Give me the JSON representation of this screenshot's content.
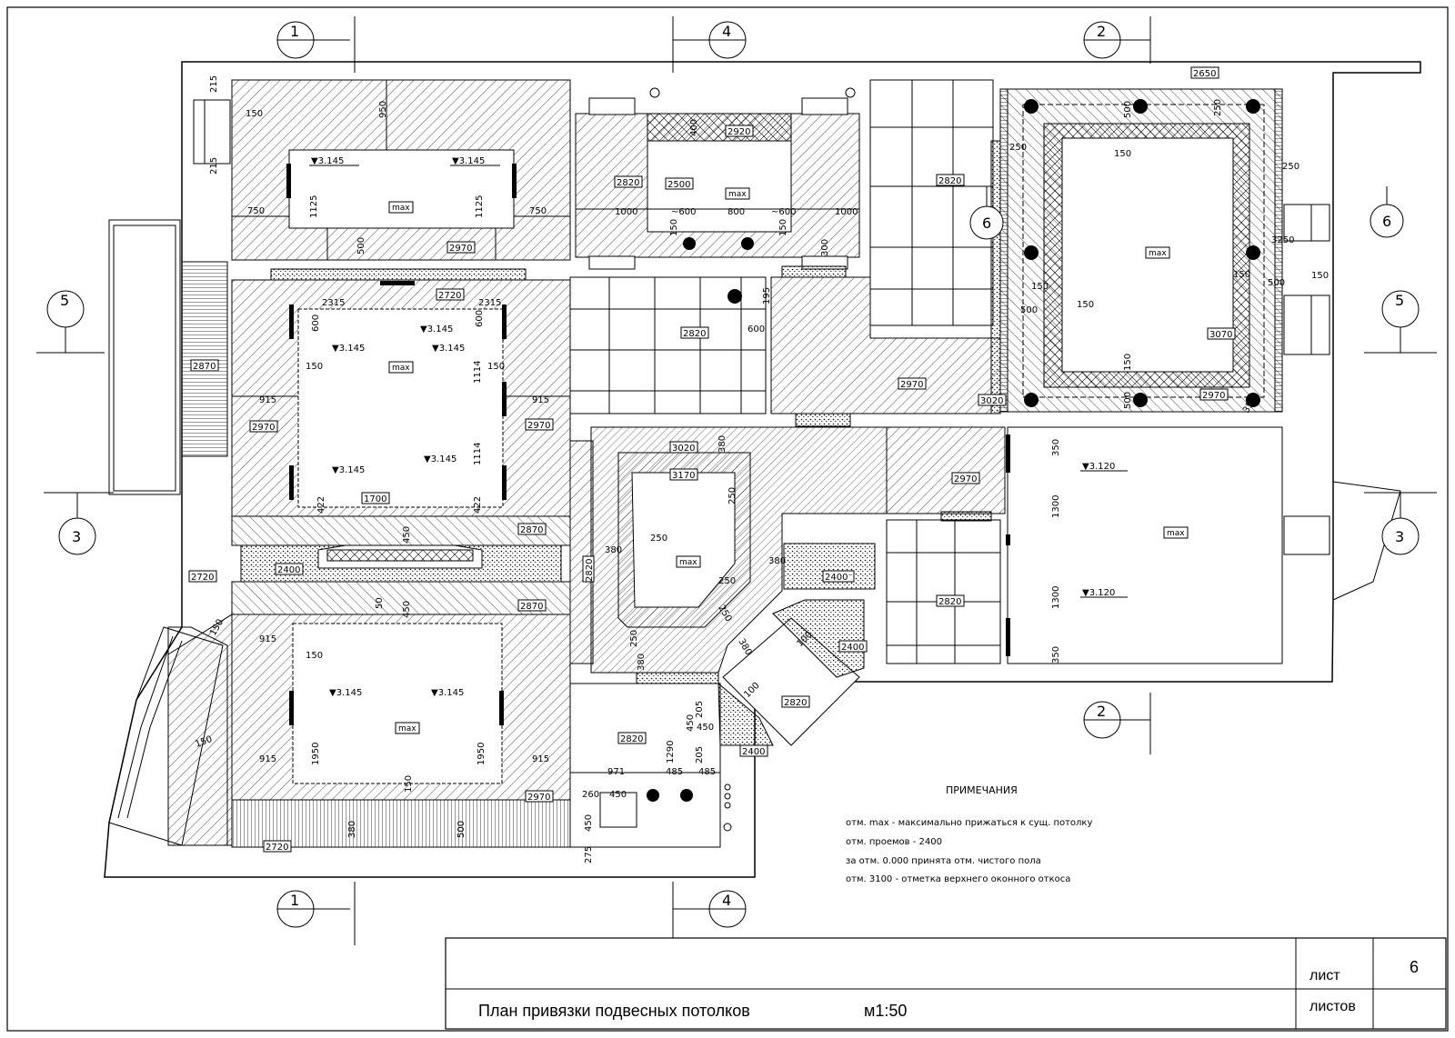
{
  "title_block": {
    "sheet_label": "лист",
    "sheets_label": "листов",
    "sheet_number": "6",
    "sheets_count": "",
    "drawing_title": "План привязки подвесных потолков",
    "scale": "м1:50"
  },
  "notes": {
    "heading": "ПРИМЕЧАНИЯ",
    "lines": [
      "отм. max -  максимально прижаться к сущ. потолку",
      "отм. проемов - 2400",
      "за отм. 0.000 принята отм. чистого пола",
      "отм. 3100 - отметка верхнего оконного откоса"
    ]
  },
  "section_markers": {
    "m1": "1",
    "m2": "2",
    "m3": "3",
    "m4": "4",
    "m5": "5",
    "m6": "6"
  },
  "labels": {
    "max": "max",
    "h2820": "2820",
    "h2970": "2970",
    "h2720": "2720",
    "h2870": "2870",
    "h2400": "2400",
    "h2400b": "2400⁻",
    "h3020": "3020",
    "h3170": "3170",
    "h3070": "3070",
    "h2650": "2650",
    "h2920": "2920",
    "h2500": "2500",
    "h1700": "1700",
    "lvl3145": "▼3.145",
    "lvl3120": "▼3.120",
    "d215": "215",
    "d150": "150",
    "d950": "950",
    "d750": "750",
    "d1125": "1125",
    "d500": "500",
    "d2315": "2315",
    "d600": "600",
    "d915": "915",
    "d1114": "1114",
    "d422": "422",
    "d450": "450",
    "d50": "50",
    "d1950": "1950",
    "d400": "400",
    "d1000": "1000",
    "d800": "800",
    "d600t": "~600",
    "d300": "300",
    "d195": "195",
    "d250": "250",
    "d3250": "3250",
    "d350": "350",
    "d1300": "1300",
    "d380": "380",
    "d100": "100",
    "d971": "971",
    "d485": "485",
    "d1290": "1290",
    "d205": "205",
    "d260": "260",
    "d275": "275",
    "d500b": "500"
  },
  "colors": {
    "line": "#000000",
    "background": "#ffffff",
    "hatch": "#000000",
    "fill_light": "#e6e6e6"
  }
}
